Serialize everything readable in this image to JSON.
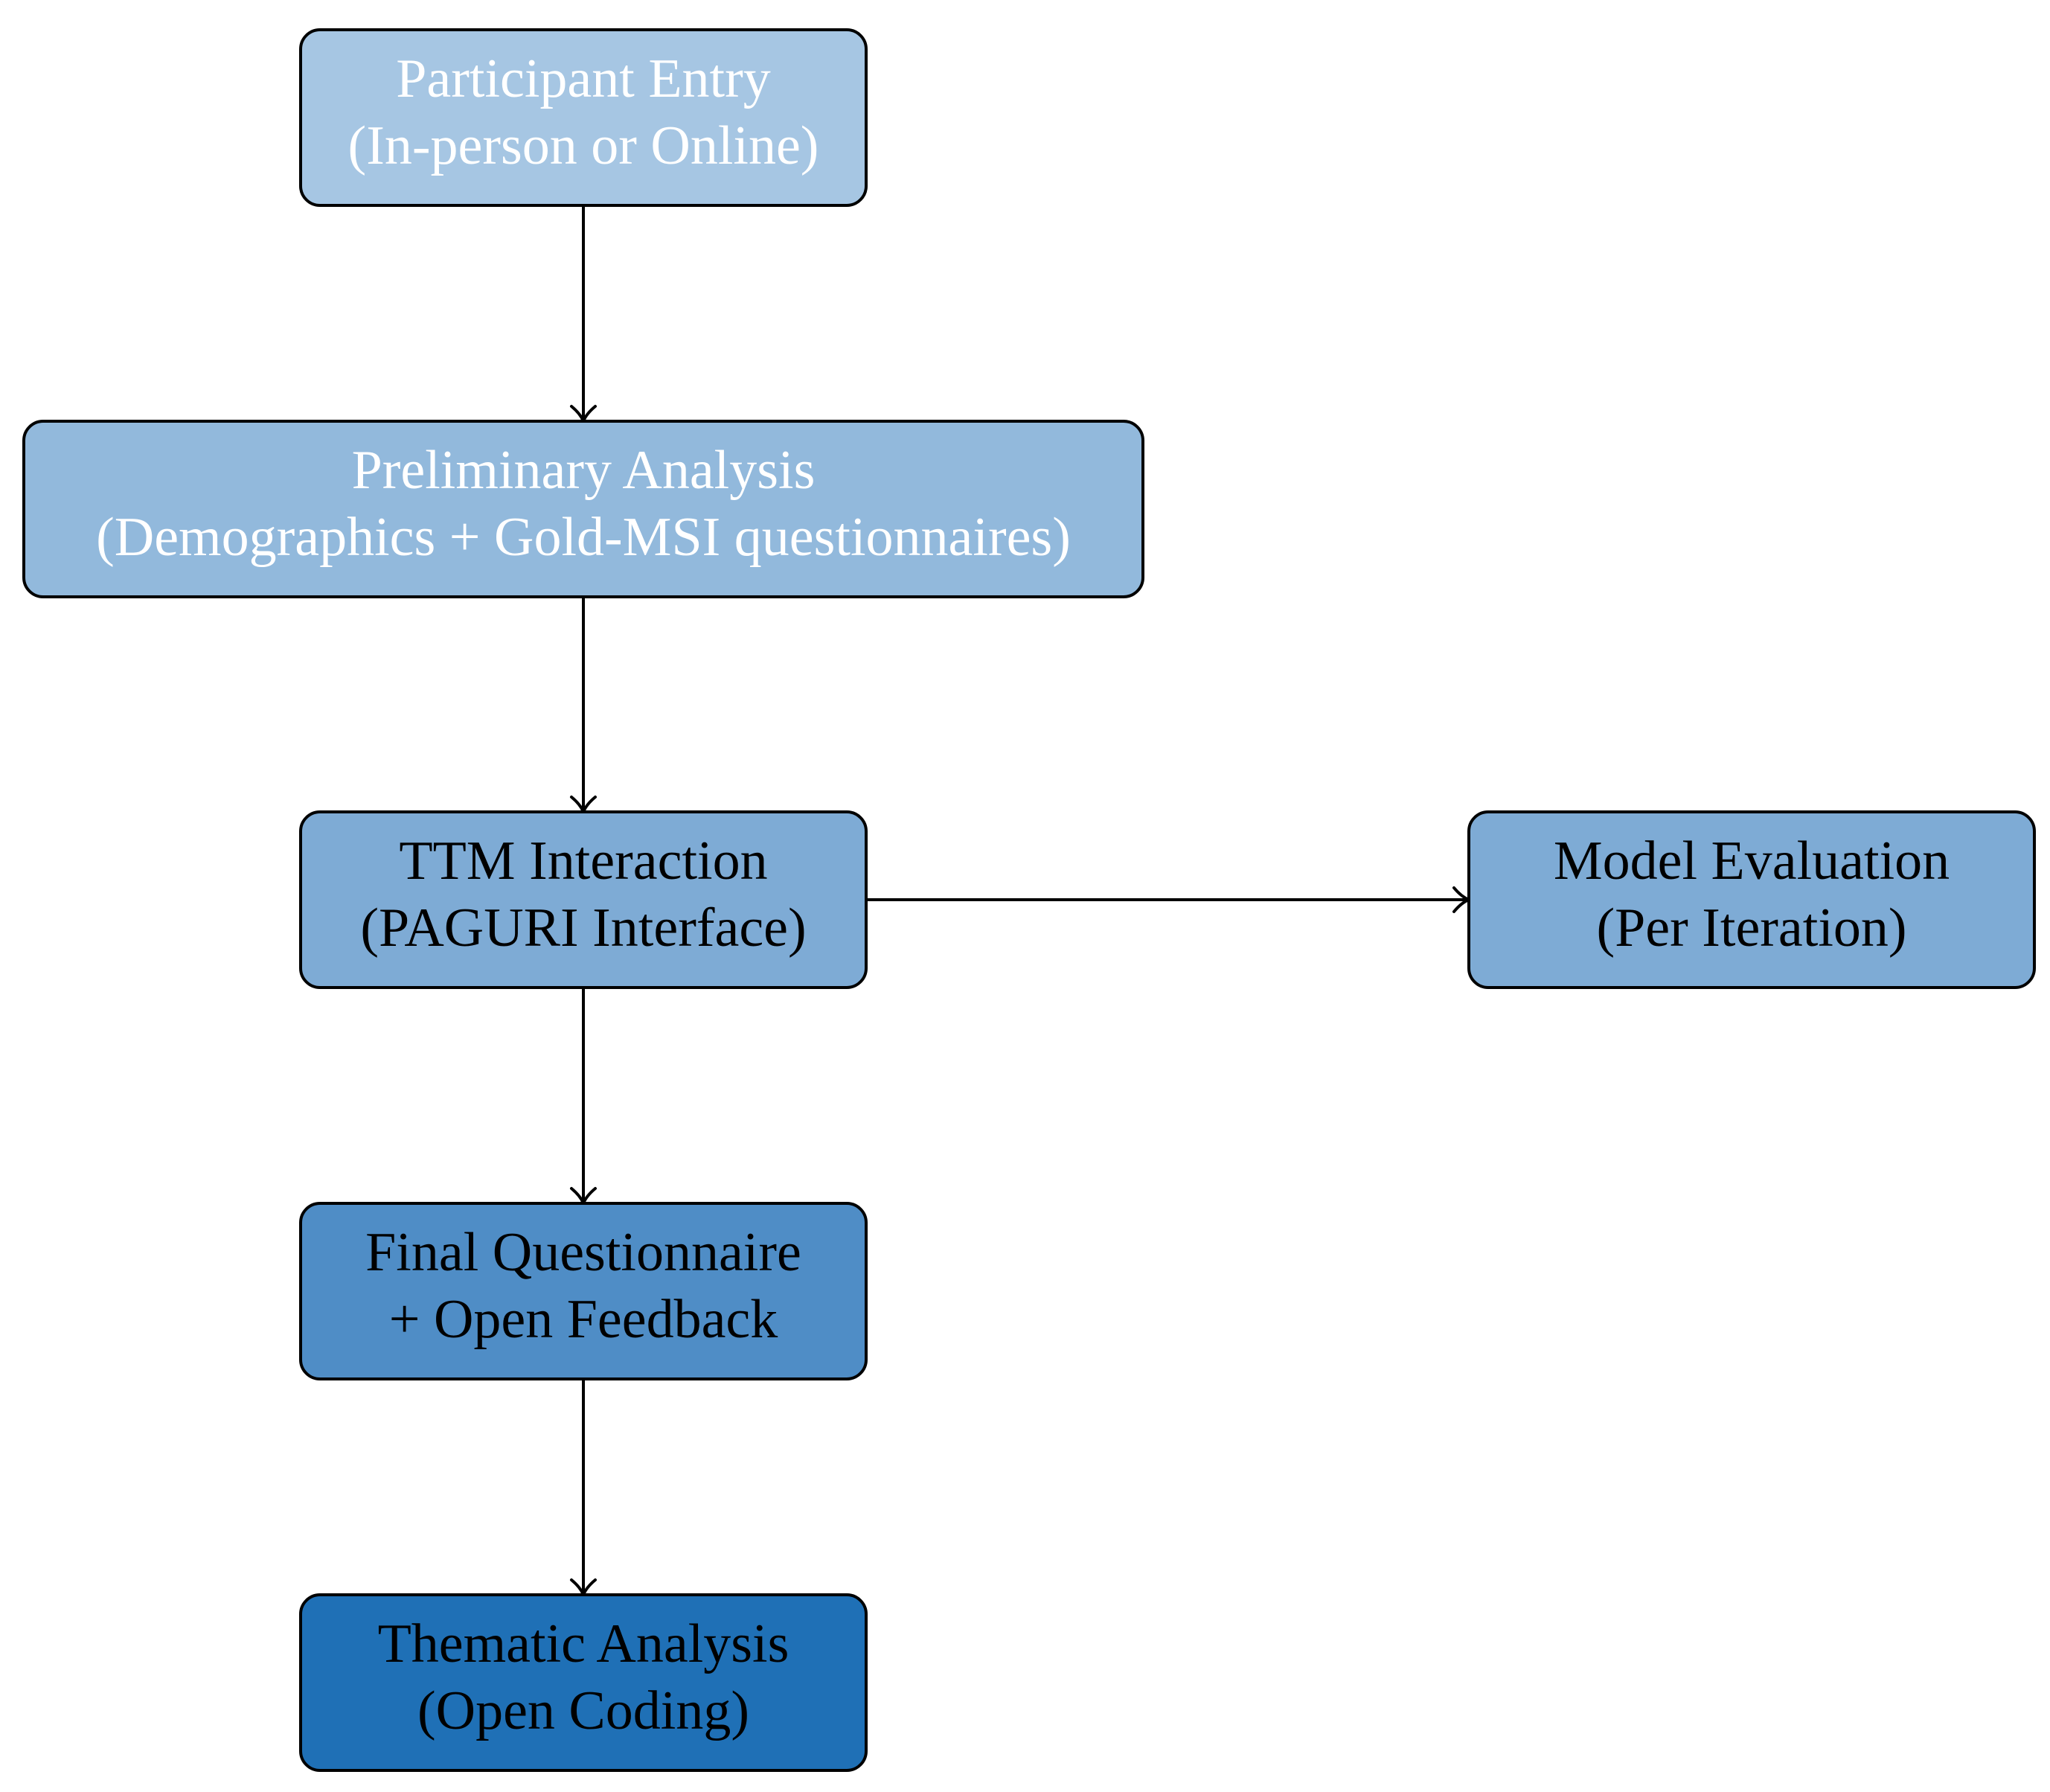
{
  "diagram": {
    "nodes": [
      {
        "id": "participant-entry",
        "lines": [
          "Participant Entry",
          "(In-person or Online)"
        ],
        "fill": "#a6c6e3",
        "text_color": "#ffffff"
      },
      {
        "id": "preliminary-analysis",
        "lines": [
          "Preliminary Analysis",
          "(Demographics + Gold-MSI questionnaires)"
        ],
        "fill": "#92b9dc",
        "text_color": "#ffffff"
      },
      {
        "id": "ttm-interaction",
        "lines": [
          "TTM Interaction",
          "(PAGURI Interface)"
        ],
        "fill": "#7eabd5",
        "text_color": "#000000"
      },
      {
        "id": "model-evaluation",
        "lines": [
          "Model Evaluation",
          "(Per Iteration)"
        ],
        "fill": "#7eabd5",
        "text_color": "#000000"
      },
      {
        "id": "final-questionnaire",
        "lines": [
          "Final Questionnaire",
          "+ Open Feedback"
        ],
        "fill": "#4f8dc6",
        "text_color": "#000000"
      },
      {
        "id": "thematic-analysis",
        "lines": [
          "Thematic Analysis",
          "(Open Coding)"
        ],
        "fill": "#1f70b6",
        "text_color": "#000000"
      }
    ],
    "edges": [
      {
        "from": "participant-entry",
        "to": "preliminary-analysis"
      },
      {
        "from": "preliminary-analysis",
        "to": "ttm-interaction"
      },
      {
        "from": "ttm-interaction",
        "to": "model-evaluation"
      },
      {
        "from": "ttm-interaction",
        "to": "final-questionnaire"
      },
      {
        "from": "final-questionnaire",
        "to": "thematic-analysis"
      }
    ]
  }
}
